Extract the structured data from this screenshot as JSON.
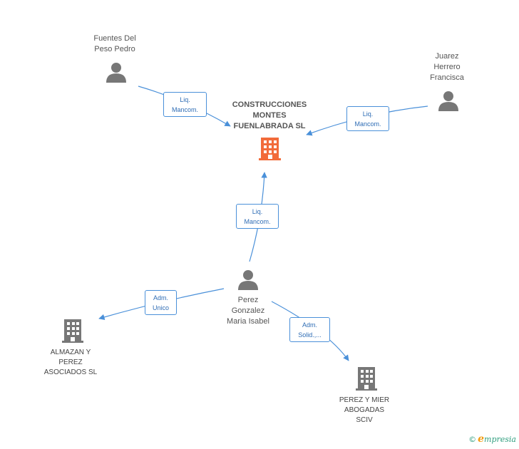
{
  "nodes": {
    "main": {
      "label": "CONSTRUCCIONES\nMONTES\nFUENLABRADA SL",
      "color": "#f26b3a"
    },
    "fuentes": {
      "label": "Fuentes Del\nPeso Pedro"
    },
    "juarez": {
      "label": "Juarez\nHerrero\nFrancisca"
    },
    "perez": {
      "label": "Perez\nGonzalez\nMaria Isabel"
    },
    "almazan": {
      "label": "ALMAZAN Y\nPEREZ\nASOCIADOS SL"
    },
    "perez_mier": {
      "label": "PEREZ Y MIER\nABOGADAS\nSCIV"
    }
  },
  "edges": {
    "fuentes_main": "Liq.\nMancom.",
    "juarez_main": "Liq.\nMancom.",
    "perez_main": "Liq.\nMancom.",
    "perez_almazan": "Adm.\nUnico",
    "perez_mier": "Adm.\nSolid.,..."
  },
  "colors": {
    "edge": "#4a90d9",
    "person": "#777777",
    "company": "#777777"
  },
  "footer": {
    "copyright": "©",
    "brand_e": "e",
    "brand_rest": "mpresia"
  }
}
